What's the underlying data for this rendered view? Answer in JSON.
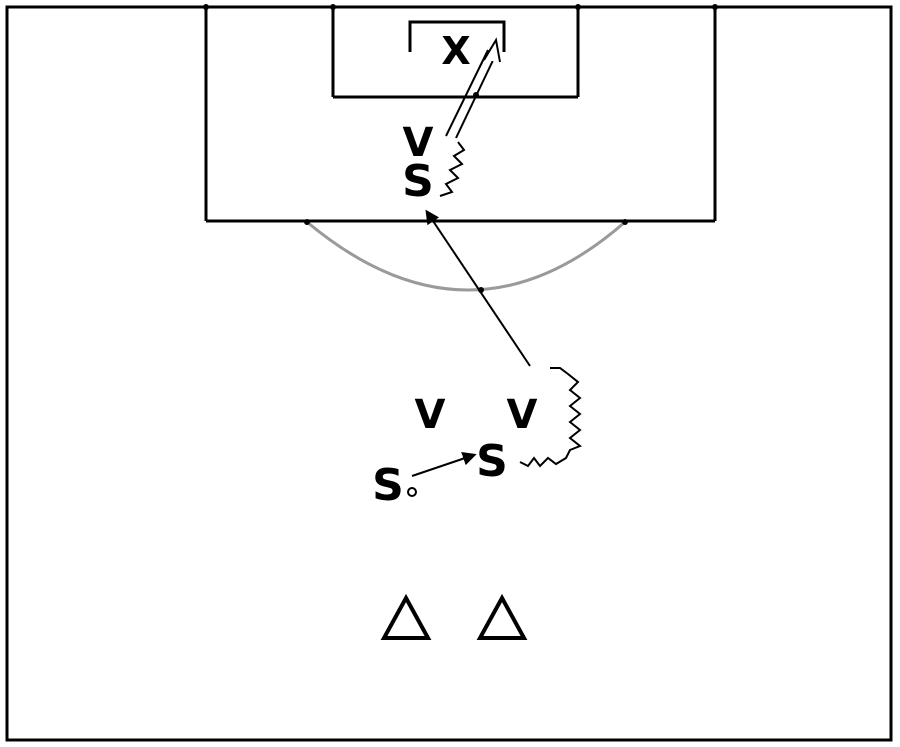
{
  "diagram": {
    "players": [
      {
        "id": "p1",
        "label": "S"
      },
      {
        "id": "p2",
        "label": "S"
      },
      {
        "id": "p3",
        "label": "S"
      }
    ],
    "defenders": [
      {
        "id": "d1",
        "label": "V"
      },
      {
        "id": "d2",
        "label": "V"
      },
      {
        "id": "d3",
        "label": "V"
      }
    ],
    "goalkeeper": {
      "label": "X"
    },
    "cones_count": 2,
    "colors": {
      "lines": "#000000",
      "arc": "#9a9a9a",
      "background": "#ffffff"
    }
  }
}
